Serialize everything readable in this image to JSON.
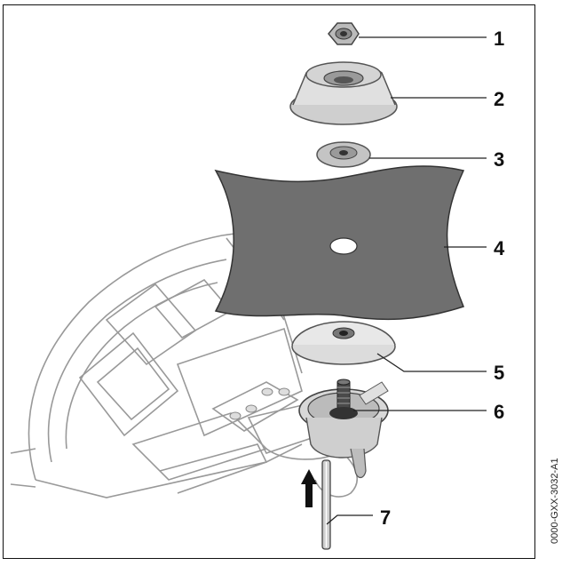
{
  "figure": {
    "callouts": [
      {
        "id": "1",
        "label": "1"
      },
      {
        "id": "2",
        "label": "2"
      },
      {
        "id": "3",
        "label": "3"
      },
      {
        "id": "4",
        "label": "4"
      },
      {
        "id": "5",
        "label": "5"
      },
      {
        "id": "6",
        "label": "6"
      },
      {
        "id": "7",
        "label": "7"
      }
    ],
    "reference_code": "0000-GXX-3032-A1"
  }
}
